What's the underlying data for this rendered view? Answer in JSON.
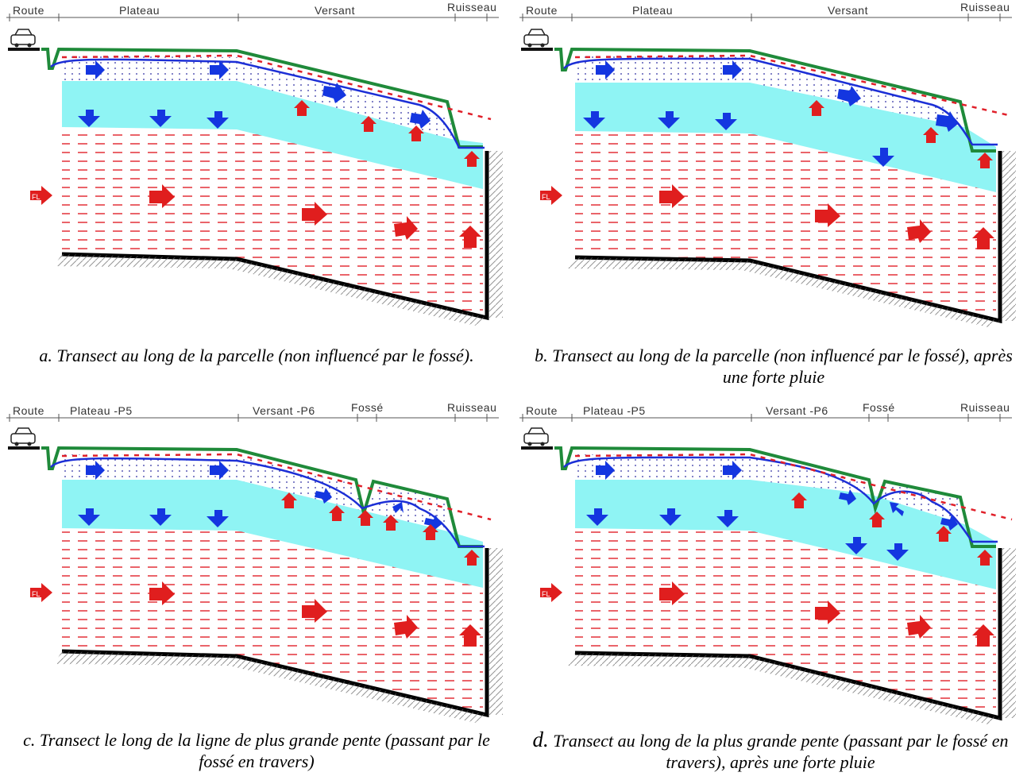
{
  "panels": [
    {
      "id": "a",
      "headers": [
        "Route",
        "Plateau",
        "Versant",
        "Ruisseau"
      ],
      "caption": "a. Transect au long de la parcelle (non influencé par le fossé)."
    },
    {
      "id": "b",
      "headers": [
        "Route",
        "Plateau",
        "Versant",
        "Ruisseau"
      ],
      "caption": "b. Transect au long de la parcelle (non influencé par le fossé), après une forte pluie"
    },
    {
      "id": "c",
      "headers": [
        "Route",
        "Plateau -P5",
        "Versant -P6",
        "Fossé",
        "Ruisseau"
      ],
      "caption": "c. Transect le  long de la ligne de plus grande pente (passant par le fossé en travers)"
    },
    {
      "id": "d",
      "headers": [
        "Route",
        "Plateau -P5",
        "Versant -P6",
        "Fossé",
        "Ruisseau"
      ],
      "caption_letter": "d.",
      "caption": "Transect au long de la plus grande pente (passant par le fossé en travers), après une forte pluie"
    }
  ],
  "labels": {
    "flow_marker": "FL"
  },
  "colors": {
    "surface": "#1f8a3a",
    "water_table": "#1c2fd6",
    "aquifer": "#8ff4f4",
    "substrate_dash": "#e0202a",
    "arrow_down": "#1436e0",
    "arrow_up": "#e01e1e",
    "bedrock": "#000000"
  }
}
